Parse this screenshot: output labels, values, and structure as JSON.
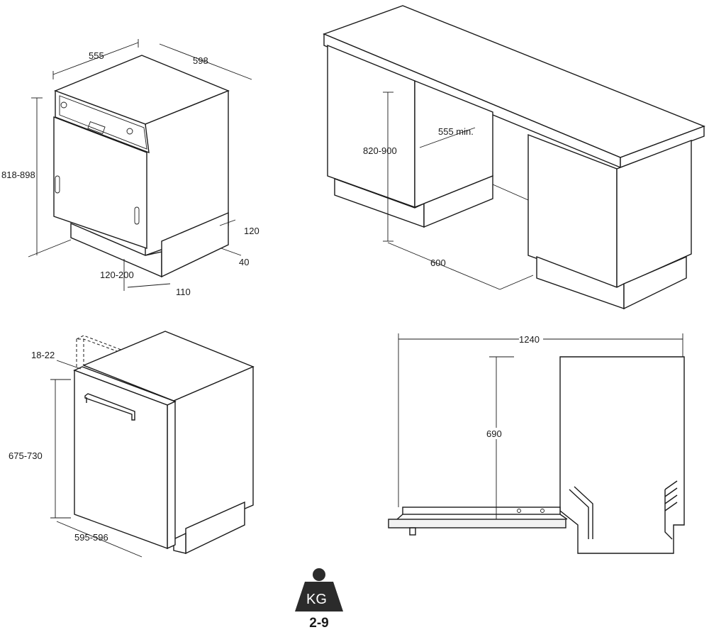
{
  "diagram_1": {
    "dim_depth": "555",
    "dim_width": "598",
    "dim_height": "818-898",
    "dim_plinth_height": "120",
    "dim_plinth_recess": "40",
    "dim_adjust": "120-200",
    "dim_plinth_offset": "110"
  },
  "diagram_2": {
    "dim_niche_height": "820-900",
    "dim_niche_depth": "555 min.",
    "dim_niche_width": "600"
  },
  "diagram_3": {
    "dim_panel_thickness": "18-22",
    "dim_panel_height": "675-730",
    "dim_panel_width": "595-596"
  },
  "diagram_4": {
    "dim_total_depth": "1240",
    "dim_door_height": "690"
  },
  "weight": {
    "unit": "KG",
    "range": "2-9"
  }
}
